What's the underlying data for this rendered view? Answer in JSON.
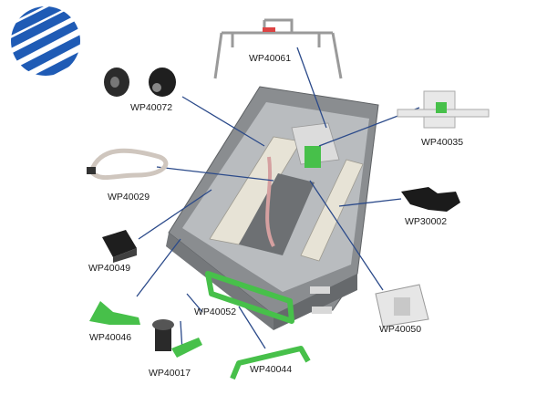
{
  "diagram": {
    "colors": {
      "logo_blue": "#1f5bb5",
      "cassette_gray": "#8a8d90",
      "accent_green": "#47c04a",
      "connector": "#2b4a8a"
    },
    "parts": [
      {
        "id": "WP40061",
        "label": "WP40061",
        "name": "top-bracket"
      },
      {
        "id": "WP40072",
        "label": "WP40072",
        "name": "roller-pair"
      },
      {
        "id": "WP40035",
        "label": "WP40035",
        "name": "pusher-plate-assembly"
      },
      {
        "id": "WP40029",
        "label": "WP40029",
        "name": "ribbon-cable"
      },
      {
        "id": "WP30002",
        "label": "WP30002",
        "name": "latch-clip"
      },
      {
        "id": "WP40049",
        "label": "WP40049",
        "name": "sensor-block"
      },
      {
        "id": "WP40050",
        "label": "WP40050",
        "name": "guide-block"
      },
      {
        "id": "WP40052",
        "label": "WP40052",
        "name": "cassette-handle"
      },
      {
        "id": "WP40046",
        "label": "WP40046",
        "name": "green-lever"
      },
      {
        "id": "WP40017",
        "label": "WP40017",
        "name": "knob-shaft"
      },
      {
        "id": "WP40044",
        "label": "WP40044",
        "name": "green-handle"
      }
    ]
  }
}
